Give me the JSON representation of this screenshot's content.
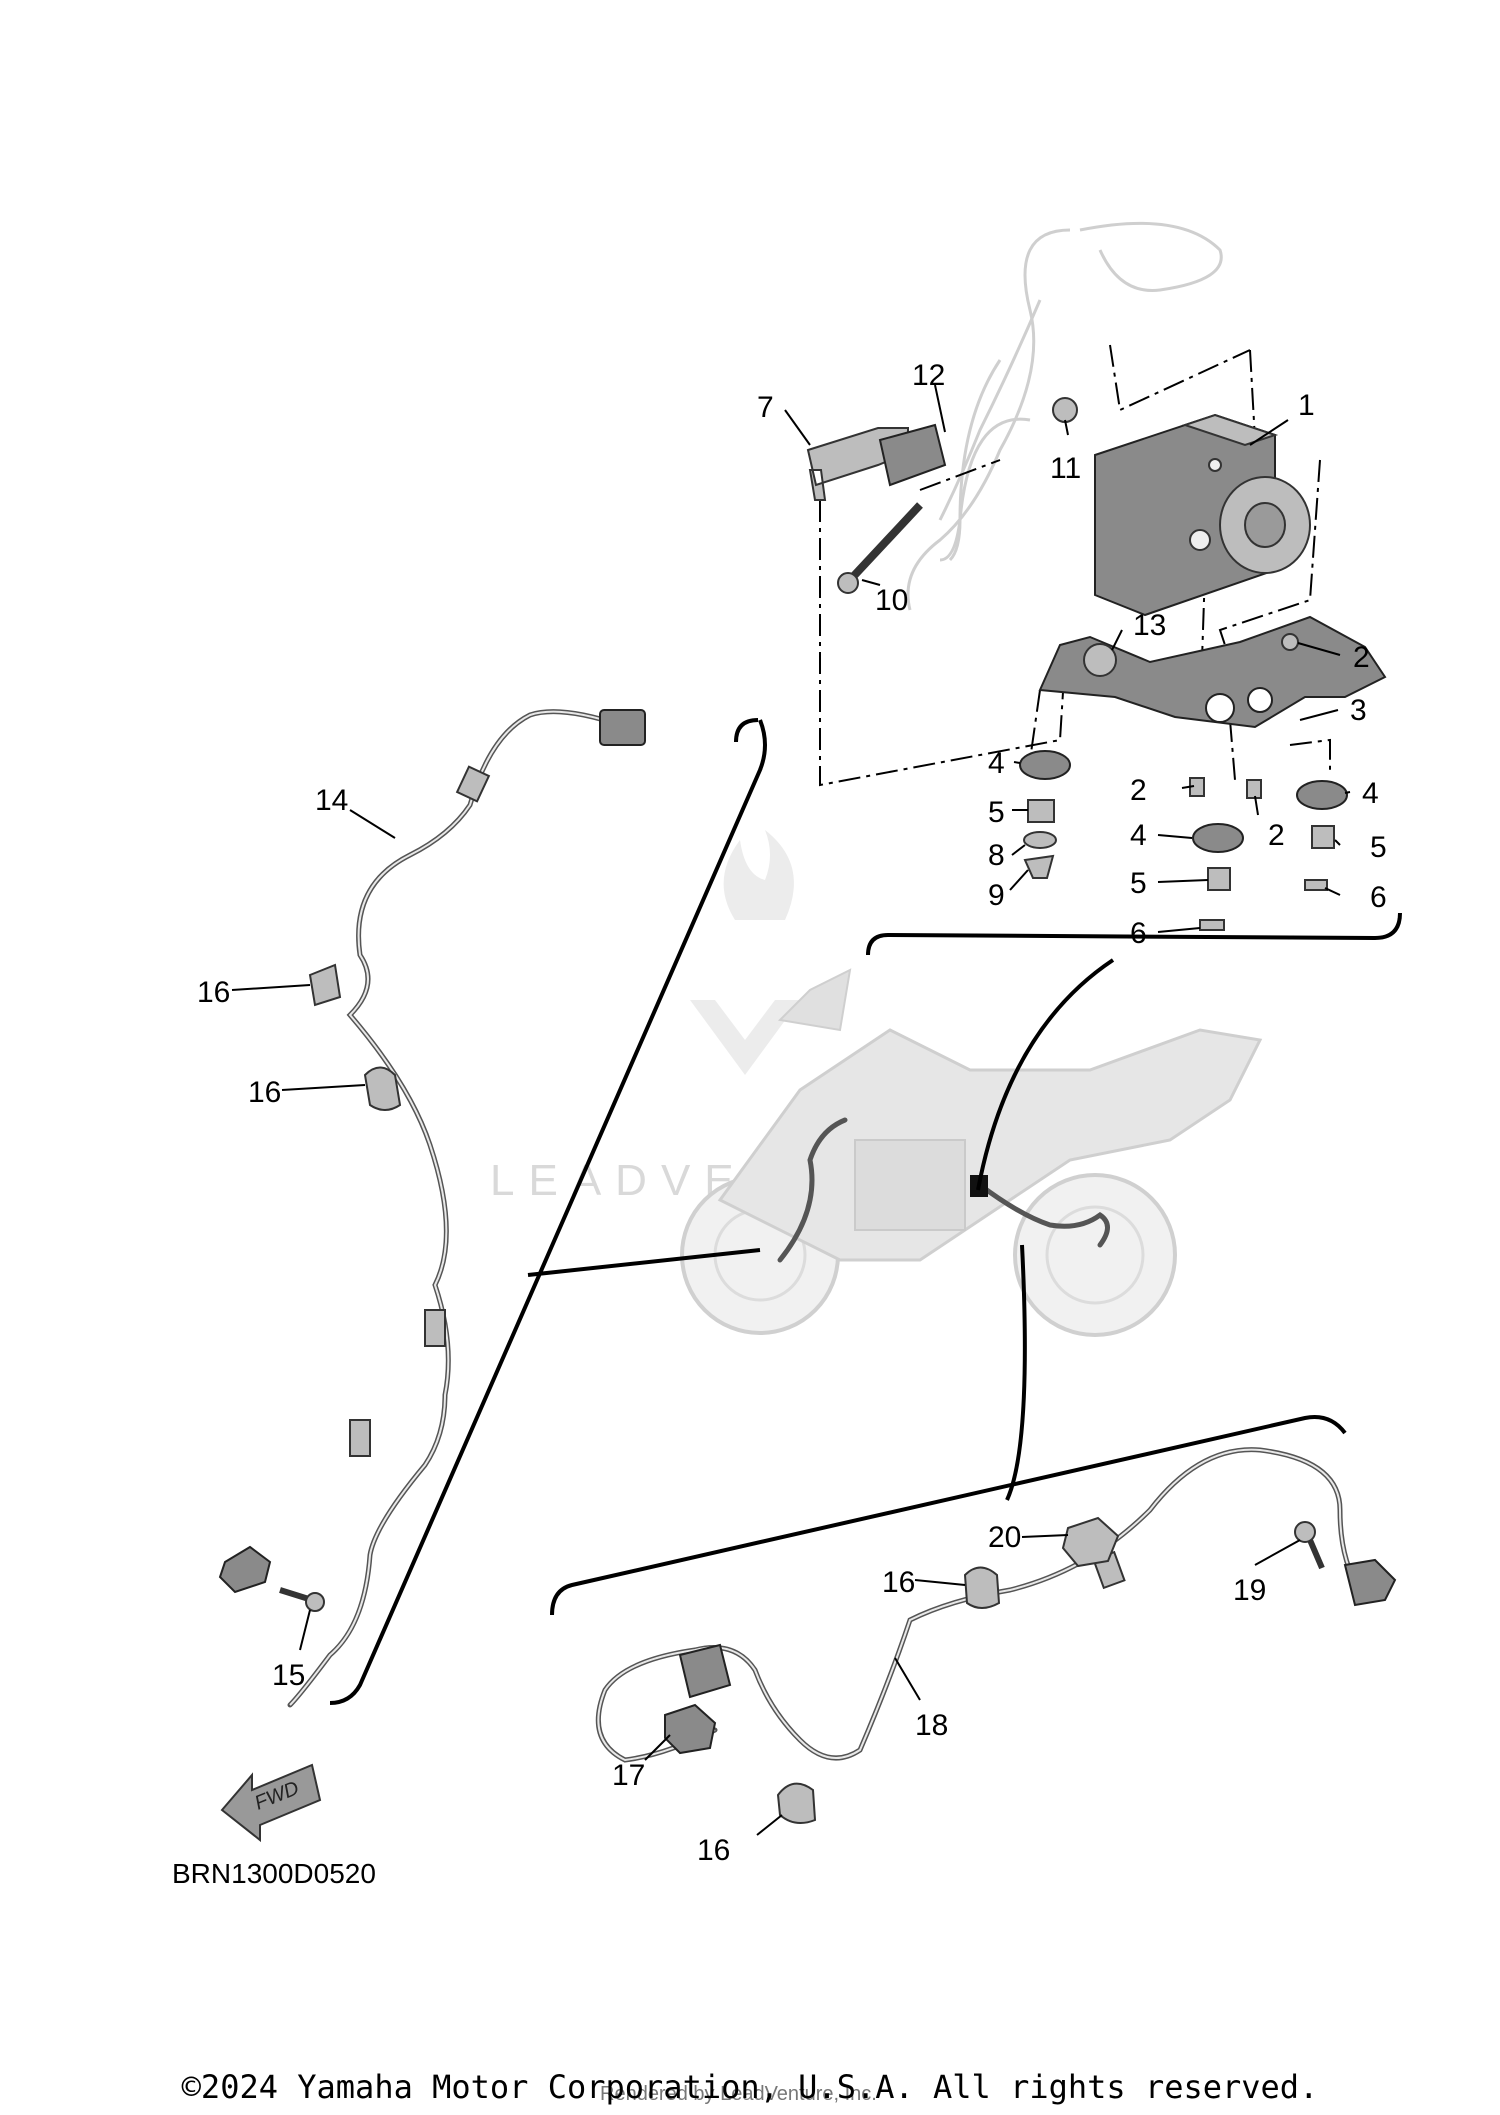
{
  "diagram_code": "BRN1300D0520",
  "fwd_label": "FWD",
  "watermark": "LEADVENTURE",
  "copyright": "©2024 Yamaha Motor Corporation, U.S.A. All rights reserved.",
  "rendered_by": "Rendered by LeadVenture, Inc.",
  "callouts": {
    "c1": "1",
    "c2a": "2",
    "c2b": "2",
    "c2c": "2",
    "c3": "3",
    "c4a": "4",
    "c4b": "4",
    "c4c": "4",
    "c5a": "5",
    "c5b": "5",
    "c5c": "5",
    "c6a": "6",
    "c6b": "6",
    "c7": "7",
    "c8": "8",
    "c9": "9",
    "c10": "10",
    "c11": "11",
    "c12": "12",
    "c13": "13",
    "c14": "14",
    "c15": "15",
    "c16a": "16",
    "c16b": "16",
    "c16c": "16",
    "c16d": "16",
    "c17": "17",
    "c18": "18",
    "c19": "19",
    "c20": "20"
  }
}
